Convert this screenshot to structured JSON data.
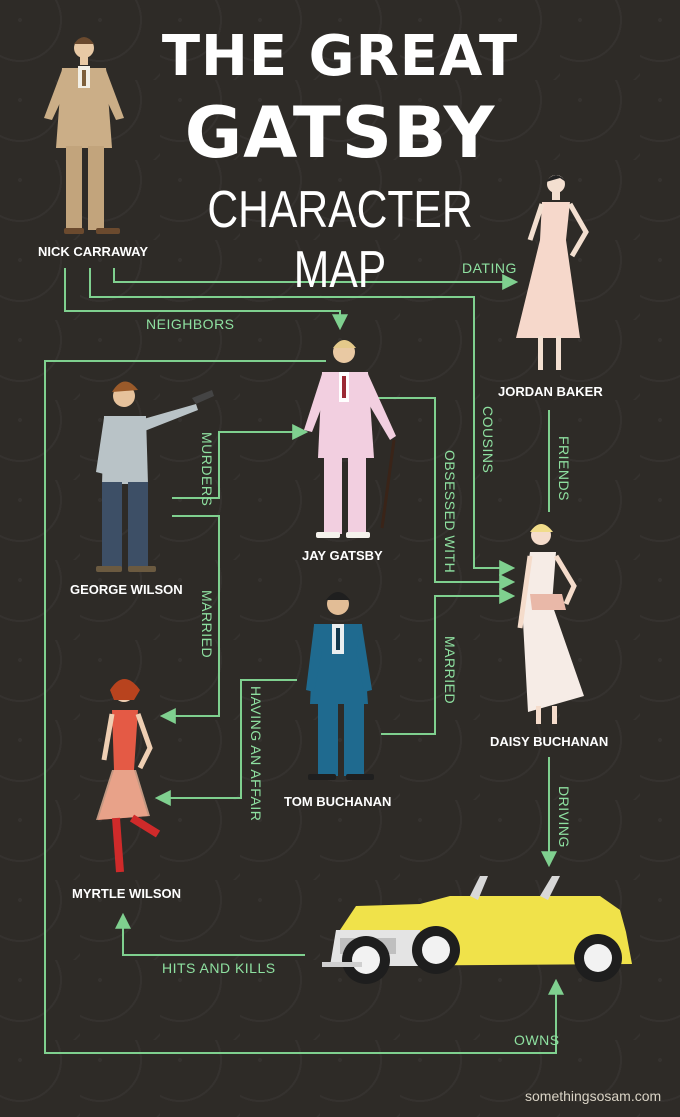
{
  "title": {
    "line1": "THE GREAT",
    "line2": "GATSBY",
    "line3": "CHARACTER MAP"
  },
  "characters": {
    "nick": "NICK CARRAWAY",
    "jordan": "JORDAN BAKER",
    "gatsby": "JAY GATSBY",
    "george": "GEORGE WILSON",
    "daisy": "DAISY BUCHANAN",
    "tom": "TOM BUCHANAN",
    "myrtle": "MYRTLE WILSON"
  },
  "relationships": {
    "dating": "DATING",
    "neighbors": "NEIGHBORS",
    "cousins": "COUSINS",
    "friends": "FRIENDS",
    "murders": "MURDERS",
    "obsessed_with": "OBSESSED WITH",
    "married_wilsons": "MARRIED",
    "married_buchanans": "MARRIED",
    "having_an_affair": "HAVING AN AFFAIR",
    "driving": "DRIVING",
    "hits_and_kills": "HITS AND KILLS",
    "owns": "OWNS"
  },
  "credit": "somethingsosam.com",
  "colors": {
    "background": "#2e2b27",
    "line": "#7fd08f",
    "car": "#f0e24a"
  }
}
